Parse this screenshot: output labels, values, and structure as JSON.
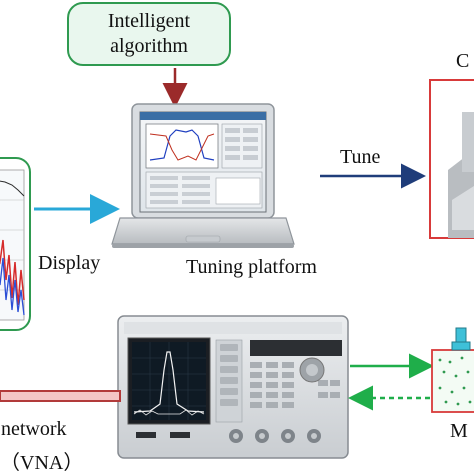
{
  "algo": {
    "line1": "Intelligent",
    "line2": "algorithm"
  },
  "labels": {
    "tune": "Tune",
    "display": "Display",
    "tuning_platform": "Tuning platform",
    "network": "network",
    "vna": "（VNA）",
    "cut_right_top": "C",
    "cut_right_bottom": "M"
  },
  "colors": {
    "algo_border": "#2f9a50",
    "algo_fill": "#e9f7ee",
    "arrow_algo": "#9b2a2a",
    "arrow_tune": "#1f3d7a",
    "arrow_display": "#29a8d8",
    "frame_red": "#d83a3a",
    "arrow_green": "#1fae4a",
    "left_panel_border": "#2f9a50"
  }
}
